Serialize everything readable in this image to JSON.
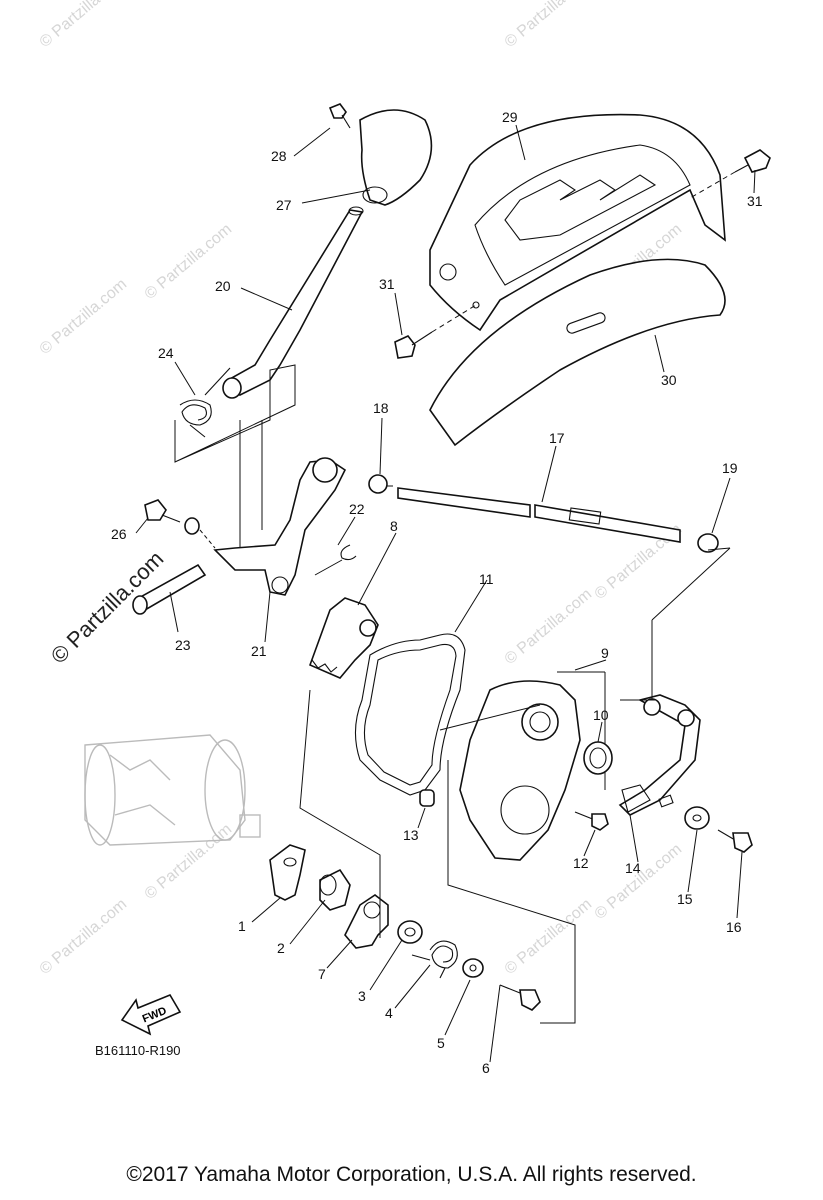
{
  "watermarks": [
    "© Partzilla.com",
    "© Partzilla.com",
    "© Partzilla.com",
    "© Partzilla.com",
    "© Partzilla.com",
    "© Partzilla.com",
    "© Partzilla.com",
    "© Partzilla.com",
    "© Partzilla.com",
    "© Partzilla.com",
    "© Partzilla.com",
    "© Partzilla.com"
  ],
  "watermark_main": "© Partzilla.com",
  "callouts": [
    "1",
    "2",
    "3",
    "4",
    "5",
    "6",
    "7",
    "8",
    "9",
    "10",
    "11",
    "12",
    "13",
    "14",
    "15",
    "16",
    "17",
    "18",
    "19",
    "20",
    "21",
    "22",
    "23",
    "24",
    "26",
    "27",
    "28",
    "29",
    "30",
    "31",
    "31"
  ],
  "fwd_label": "FWD",
  "diagram_code": "B161110-R190",
  "copyright": "©2017 Yamaha Motor Corporation, U.S.A. All rights reserved."
}
